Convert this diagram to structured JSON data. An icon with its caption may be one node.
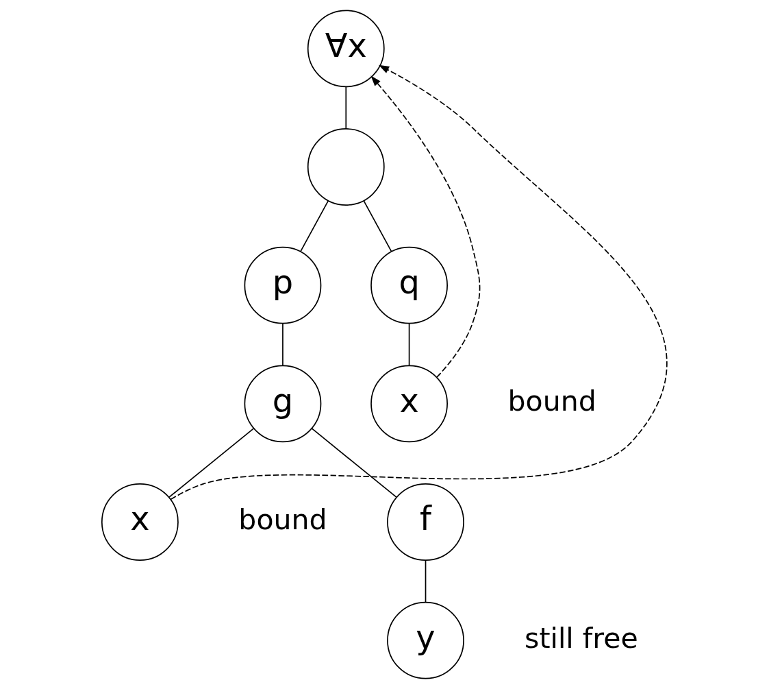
{
  "diagram": {
    "nodes": [
      {
        "text": [
          "∀x"
        ]
      },
      {
        "text": [],
        "shape": "circle"
      },
      {
        "text": [
          "p"
        ]
      },
      {
        "text": [
          "q"
        ]
      },
      {
        "text": [
          "g"
        ]
      },
      {
        "text": [
          "x"
        ],
        "beside": [
          "bound"
        ]
      },
      {
        "text": [
          "x"
        ],
        "beside": [
          "bound"
        ]
      },
      {
        "text": [
          "f"
        ]
      },
      {
        "text": [
          "y"
        ],
        "beside": [
          "still free"
        ]
      }
    ],
    "edges": [
      {
        "from": 0,
        "to": 1,
        "arrow": "none"
      },
      {
        "from": 1,
        "to": 2,
        "arrow": "none"
      },
      {
        "from": 1,
        "to": 3,
        "arrow": "none"
      },
      {
        "from": 2,
        "to": 4,
        "arrow": "none"
      },
      {
        "from": 3,
        "to": 5,
        "arrow": "none"
      },
      {
        "from": 4,
        "to": 6,
        "arrow": "none"
      },
      {
        "from": 4,
        "to": 7,
        "arrow": "none"
      },
      {
        "from": 7,
        "to": 8,
        "arrow": "none"
      },
      {
        "from": 6,
        "to": 0,
        "arrow": "to",
        "style": "dashed"
      },
      {
        "from": 5,
        "to": 0,
        "arrow": "to",
        "style": "dashed"
      }
    ]
  }
}
